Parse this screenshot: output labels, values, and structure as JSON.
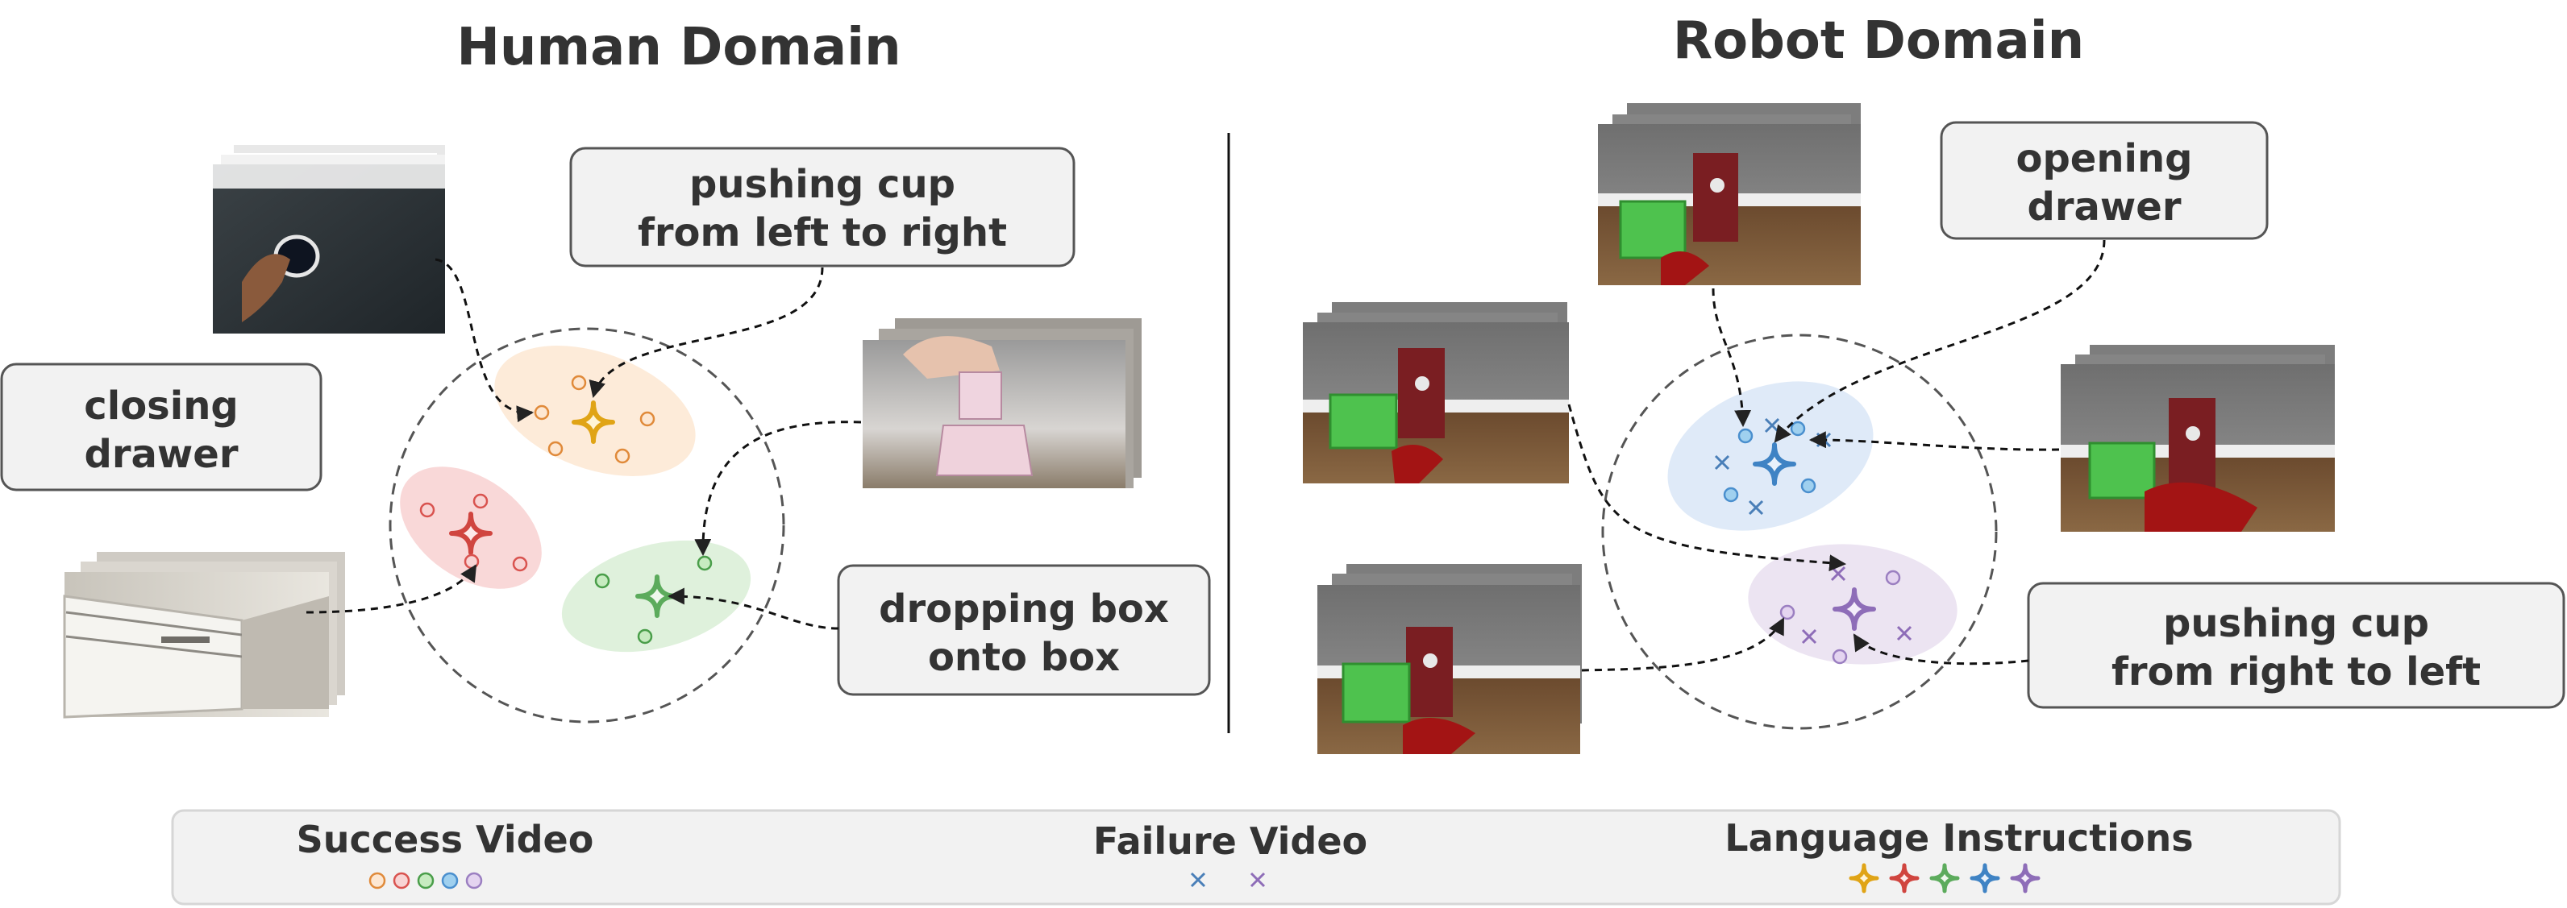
{
  "titles": {
    "human": "Human Domain",
    "robot": "Robot Domain"
  },
  "labels": {
    "human_push": [
      "pushing cup",
      "from left to right"
    ],
    "human_close": [
      "closing",
      "drawer"
    ],
    "human_drop": [
      "dropping box",
      "onto box"
    ],
    "robot_open": [
      "opening",
      "drawer"
    ],
    "robot_push": [
      "pushing cup",
      "from right to left"
    ]
  },
  "legend": {
    "success": "Success Video",
    "failure": "Failure Video",
    "language": "Language Instructions"
  },
  "colors": {
    "orange": "#f2b04a",
    "red": "#d9534f",
    "green": "#6cc06c",
    "blue": "#4a8fce",
    "purple": "#9b7fc1",
    "text": "#333333"
  }
}
